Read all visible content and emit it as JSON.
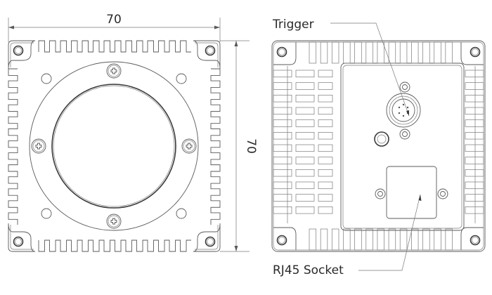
{
  "diagram": {
    "type": "engineering-drawing",
    "subject": "industrial camera housing, front and rear views",
    "colors": {
      "line": "#5a5a5a",
      "text": "#2a2a2a",
      "background": "#ffffff"
    }
  },
  "dimensions": {
    "width_label": "70",
    "height_label": "70"
  },
  "front_view": {
    "features": [
      "heat-sink-fins",
      "corner-mounting-holes",
      "lens-mount-ring",
      "lens-opening",
      "ring-screws",
      "ring-holes"
    ],
    "ring_screw_count": 4,
    "ring_hole_count": 4,
    "corner_hole_count": 4
  },
  "rear_view": {
    "callouts": [
      {
        "id": "trigger",
        "label": "Trigger"
      },
      {
        "id": "rj45",
        "label": "RJ45 Socket"
      }
    ],
    "features": [
      "heat-sink-fins",
      "corner-mounting-holes",
      "rear-panel",
      "trigger-connector",
      "led-indicator",
      "rj45-socket-cover"
    ],
    "corner_hole_count": 4
  }
}
